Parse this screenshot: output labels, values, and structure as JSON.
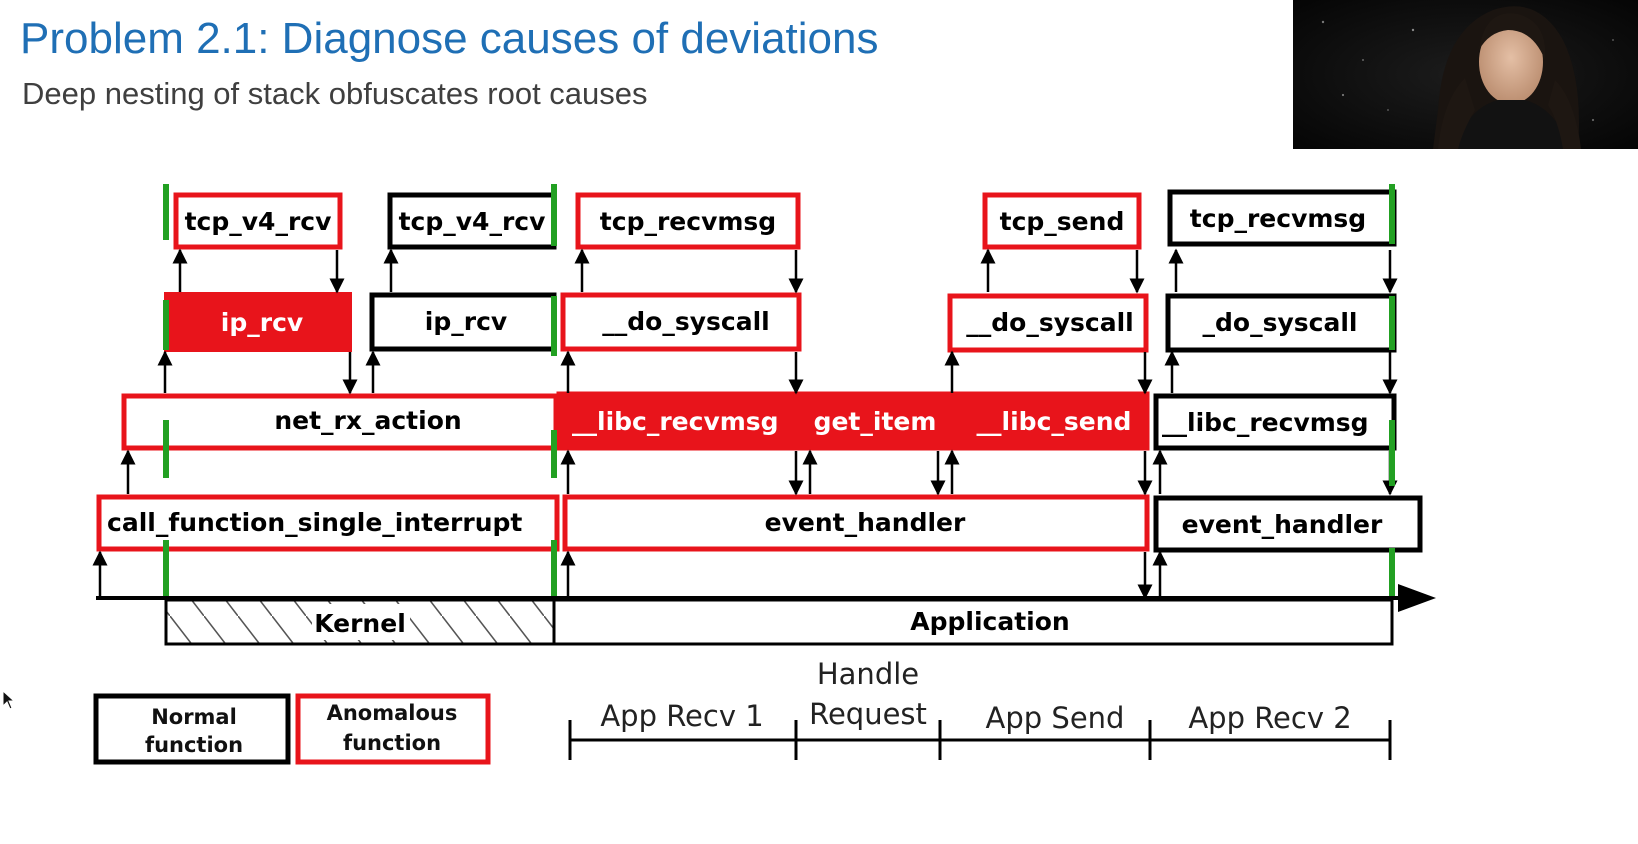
{
  "slide": {
    "title": "Problem 2.1: Diagnose causes of deviations",
    "subtitle": "Deep nesting of stack obfuscates root causes"
  },
  "colors": {
    "title": "#1f6fb5",
    "anomalous": "#e8141b",
    "normal": "#000000",
    "marker": "#22a022"
  },
  "functions": {
    "tcp_v4_rcv_1": "tcp_v4_rcv",
    "tcp_v4_rcv_2": "tcp_v4_rcv",
    "tcp_recvmsg_1": "tcp_recvmsg",
    "tcp_send": "tcp_send",
    "tcp_recvmsg_2": "tcp_recvmsg",
    "ip_rcv_1": "ip_rcv",
    "ip_rcv_2": "ip_rcv",
    "do_syscall_1": "__do_syscall",
    "do_syscall_2": "__do_syscall",
    "do_syscall_3": "_do_syscall",
    "net_rx_action": "net_rx_action",
    "libc_recvmsg_1": "__libc_recvmsg",
    "get_item": "get_item",
    "libc_send": "__libc_send",
    "libc_recvmsg_2": "__libc_recvmsg",
    "call_function": "call_function_single_interrupt",
    "event_handler_1": "event_handler",
    "event_handler_2": "event_handler"
  },
  "regions": {
    "kernel": "Kernel",
    "application": "Application"
  },
  "phases": {
    "app_recv_1": "App Recv 1",
    "handle_request_line1": "Handle",
    "handle_request_line2": "Request",
    "app_send": "App Send",
    "app_recv_2": "App Recv 2"
  },
  "legend": {
    "normal_line1": "Normal",
    "normal_line2": "function",
    "anomalous_line1": "Anomalous",
    "anomalous_line2": "function"
  }
}
